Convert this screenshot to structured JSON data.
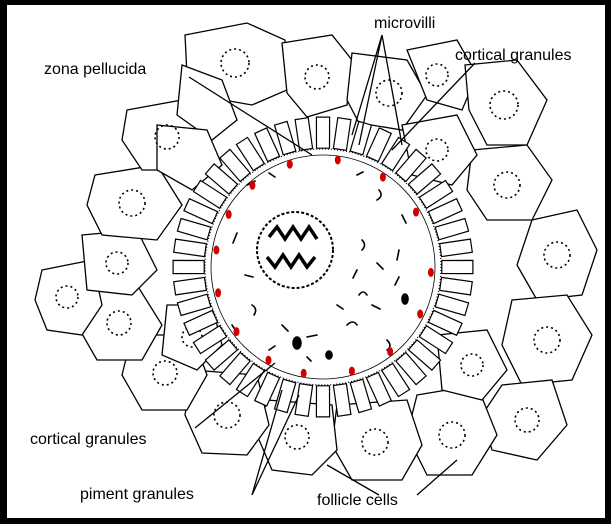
{
  "labels": {
    "microvilli": "microvilli",
    "zona_pellucida": "zona pellucida",
    "cortical_granules_top": "cortical granules",
    "cortical_granules_bottom": "cortical granules",
    "piment_granules": "piment granules",
    "follicle_cells": "follicle cells"
  },
  "colors": {
    "ink": "#000000",
    "cortical_granule": "#d40000",
    "background": "#ffffff",
    "frame": "#000000"
  }
}
